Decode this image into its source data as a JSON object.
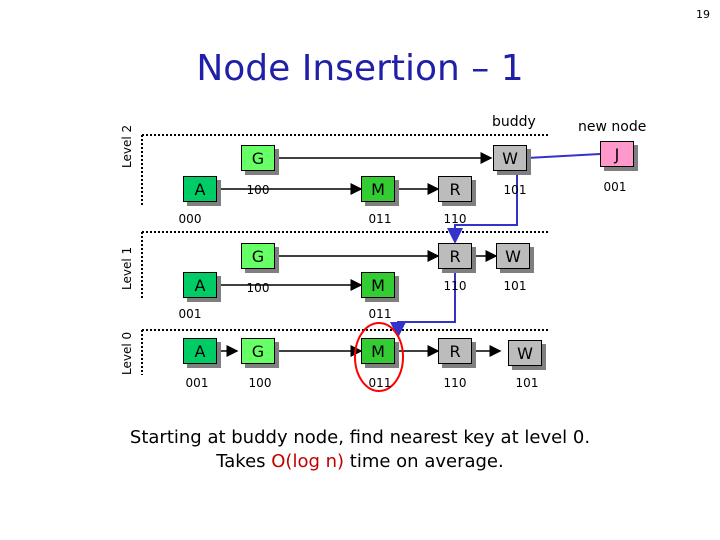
{
  "page_number": "19",
  "title": "Node Insertion – 1",
  "level_labels": [
    "Level 2",
    "Level 1",
    "Level 0"
  ],
  "annotations": {
    "buddy": "buddy",
    "new_node": "new node"
  },
  "nodes": {
    "l2_A": "A",
    "l2_G": "G",
    "l2_M": "M",
    "l2_R": "R",
    "l2_W": "W",
    "l1_A": "A",
    "l1_G": "G",
    "l1_M": "M",
    "l1_R": "R",
    "l1_W": "W",
    "l0_A": "A",
    "l0_G": "G",
    "l0_M": "M",
    "l0_R": "R",
    "l0_W": "W",
    "new_J": "J"
  },
  "keys": {
    "l2_A": "000",
    "l2_G": "100",
    "l2_M": "011",
    "l2_R": "110",
    "l2_W": "101",
    "l1_A": "001",
    "l1_G": "100",
    "l1_M": "011",
    "l1_R": "110",
    "l1_W": "101",
    "l0_A": "001",
    "l0_G": "100",
    "l0_M": "011",
    "l0_R": "110",
    "l0_W": "101",
    "new_J": "001"
  },
  "caption": {
    "line1": "Starting at buddy node, find nearest key at level 0.",
    "line2_pre": "Takes ",
    "line2_highlight": "O(log n)",
    "line2_post": " time on average."
  },
  "colors": {
    "title": "#1f1fa8",
    "A": "#00cc66",
    "G": "#66ff66",
    "M": "#33cc33",
    "R": "#bcbcbc",
    "W": "#bcbcbc",
    "J": "#ff99cc",
    "search_path": "#3333cc",
    "highlight_text": "#c00000"
  }
}
